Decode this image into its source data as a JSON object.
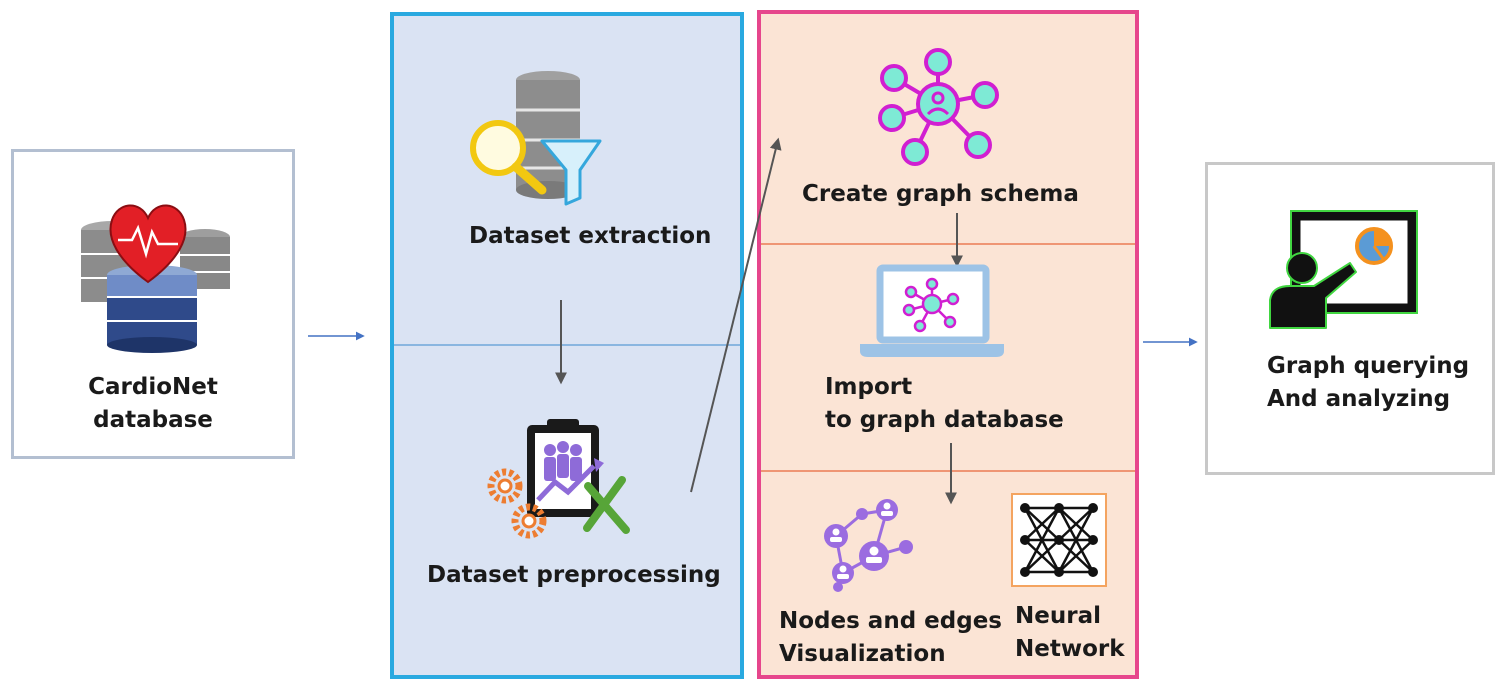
{
  "source": {
    "line1": "CardioNet",
    "line2": "database"
  },
  "extraction": {
    "step1": "Dataset extraction",
    "step2": "Dataset preprocessing"
  },
  "graph": {
    "step1": "Create graph schema",
    "step2_line1": "Import",
    "step2_line2": "to graph database",
    "step3a_line1": "Nodes and edges",
    "step3a_line2": "Visualization",
    "step3b_line1": "Neural",
    "step3b_line2": "Network"
  },
  "query": {
    "line1": "Graph querying",
    "line2": "And analyzing"
  },
  "colors": {
    "blue_border": "#29a9e0",
    "pink_border": "#e6468c",
    "blue_fill": "#dae3f3",
    "peach_fill": "#fbe4d5"
  }
}
